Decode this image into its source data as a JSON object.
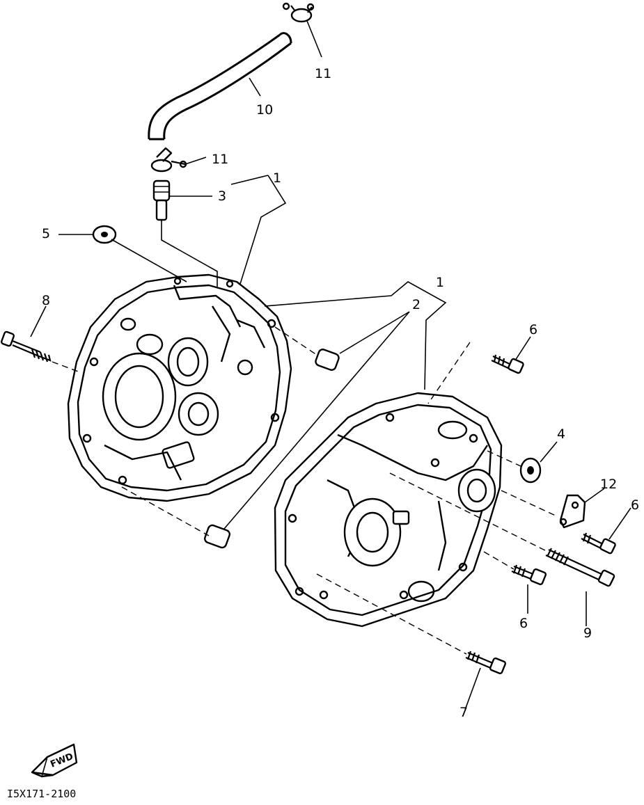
{
  "diagram": {
    "callouts": {
      "c1_upper": "1",
      "c1_right": "1",
      "c2": "2",
      "c3": "3",
      "c4": "4",
      "c5": "5",
      "c6_top": "6",
      "c6_right": "6",
      "c6_bottom": "6",
      "c7": "7",
      "c8": "8",
      "c9": "9",
      "c10": "10",
      "c11_top": "11",
      "c11_mid": "11",
      "c12": "12"
    },
    "fwd_label": "FWD",
    "drawing_code": "I5X171-2100"
  }
}
